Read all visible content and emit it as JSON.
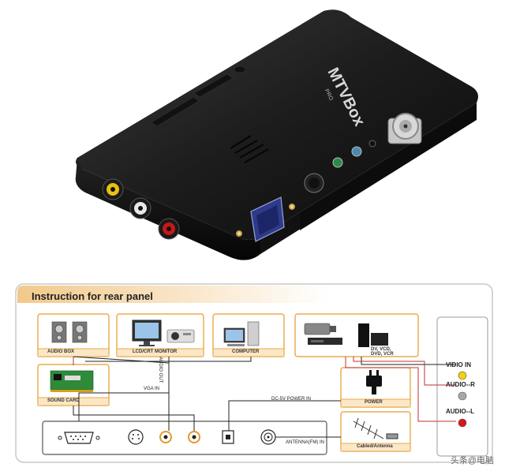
{
  "device": {
    "brand": "MTVBox",
    "model": "PRO"
  },
  "diagram": {
    "title": "Instruction for rear panel",
    "boxes": {
      "audio_box": "AUDIO BOX",
      "monitor": "LCD/CRT MONITOR",
      "computer": "COMPUTER",
      "dvd": "DV, VCD, DVD, VCR",
      "sound_card": "SOUND CARD",
      "power": "POWER",
      "antenna": "Cabled/Antenna"
    },
    "cables": {
      "vga_in": "VGA IN",
      "audio_out": "AUDIO OUT",
      "dc_power_in": "DC-5V POWER IN",
      "antenna_in": "ANTENNA(FM) IN"
    },
    "rca": {
      "video_in": "VIDIO IN",
      "audio_r": "AUDIO--R",
      "audio_l": "AUDIO--L"
    },
    "colors": {
      "frame": "#e39a2a",
      "yellow_jack": "#f2d20a",
      "grey_jack": "#a8a8a8",
      "red_jack": "#d81818",
      "line": "#c0322e"
    }
  },
  "watermark": "头条@电脑"
}
